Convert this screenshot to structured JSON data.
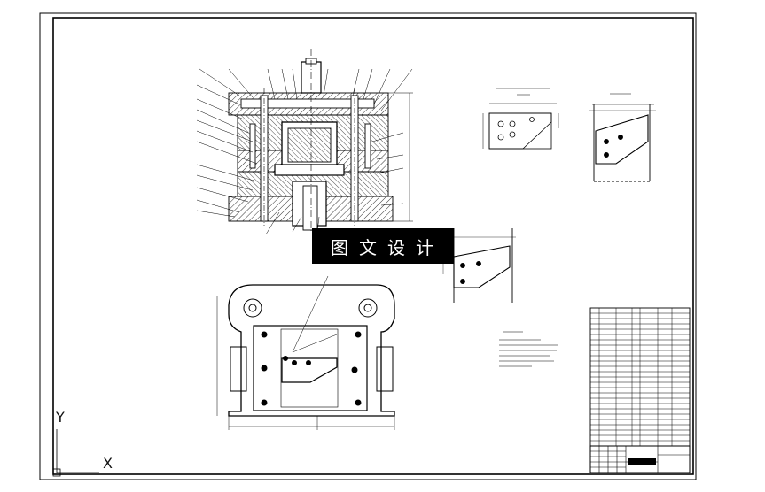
{
  "banner": {
    "text": "图文设计"
  },
  "ucs": {
    "y_label": "Y",
    "x_label": "X"
  }
}
